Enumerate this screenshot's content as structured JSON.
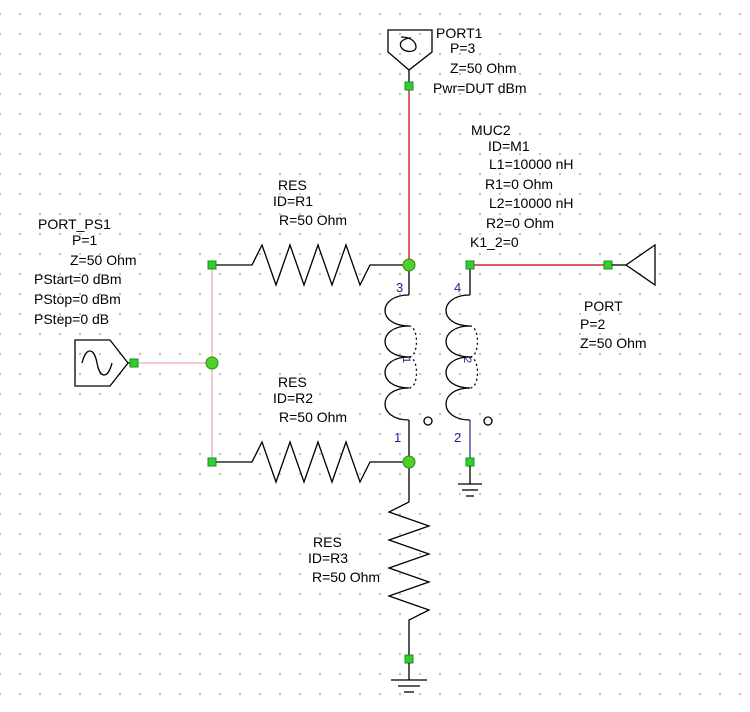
{
  "port1": {
    "name": "PORT1",
    "p": "P=3",
    "z": "Z=50 Ohm",
    "pwr": "Pwr=DUT dBm"
  },
  "muc2": {
    "name": "MUC2",
    "id": "ID=M1",
    "l1": "L1=10000 nH",
    "r1": "R1=0 Ohm",
    "l2": "L2=10000 nH",
    "r2": "R2=0 Ohm",
    "k12": "K1_2=0",
    "coil1": "1",
    "coil2": "2"
  },
  "res1": {
    "name": "RES",
    "id": "ID=R1",
    "r": "R=50 Ohm"
  },
  "res2": {
    "name": "RES",
    "id": "ID=R2",
    "r": "R=50 Ohm"
  },
  "res3": {
    "name": "RES",
    "id": "ID=R3",
    "r": "R=50 Ohm"
  },
  "port_ps1": {
    "name": "PORT_PS1",
    "p": "P=1",
    "z": "Z=50 Ohm",
    "pstart": "PStart=0 dBm",
    "pstop": "PStop=0 dBm",
    "pstep": "PStep=0 dB"
  },
  "port2": {
    "name": "PORT",
    "p": "P=2",
    "z": "Z=50 Ohm"
  },
  "pins": {
    "p1": "1",
    "p2": "2",
    "p3": "3",
    "p4": "4"
  }
}
